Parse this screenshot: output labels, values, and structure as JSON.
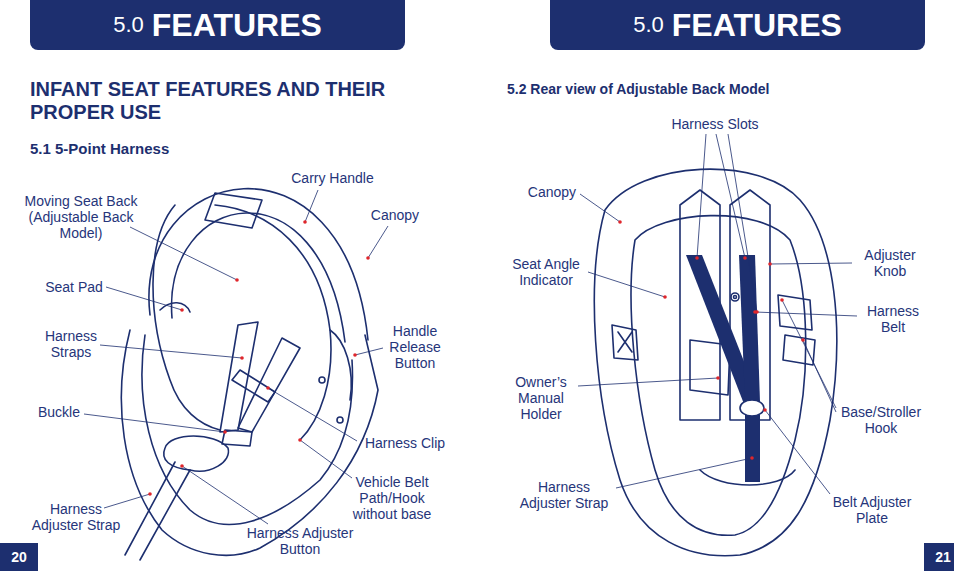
{
  "diagram": {
    "nodes": [
      {
        "text": [
          "5.0",
          "FEATURES"
        ]
      },
      {
        "text": [
          "5.0",
          "FEATURES"
        ]
      },
      {
        "text": [
          "20"
        ]
      },
      {
        "text": [
          "21"
        ]
      }
    ],
    "labels": [
      "INFANT SEAT FEATURES AND THEIR PROPER USE",
      "5.1 5-Point Harness",
      "Carry Handle",
      "Moving Seat Back (Adjustable Back Model)",
      "Canopy",
      "Seat Pad",
      "Harness Straps",
      "Handle Release Button",
      "Buckle",
      "Harness Clip",
      "Vehicle Belt Path/Hook without base",
      "Harness Adjuster Strap",
      "Harness Adjuster Button",
      "5.2 Rear view of Adjustable Back Model",
      "Harness Slots",
      "Canopy",
      "Seat Angle Indicator",
      "Adjuster Knob",
      "Harness Belt",
      "Owner’s Manual Holder",
      "Base/Stroller Hook",
      "Harness Adjuster Strap",
      "Belt Adjuster Plate"
    ]
  }
}
